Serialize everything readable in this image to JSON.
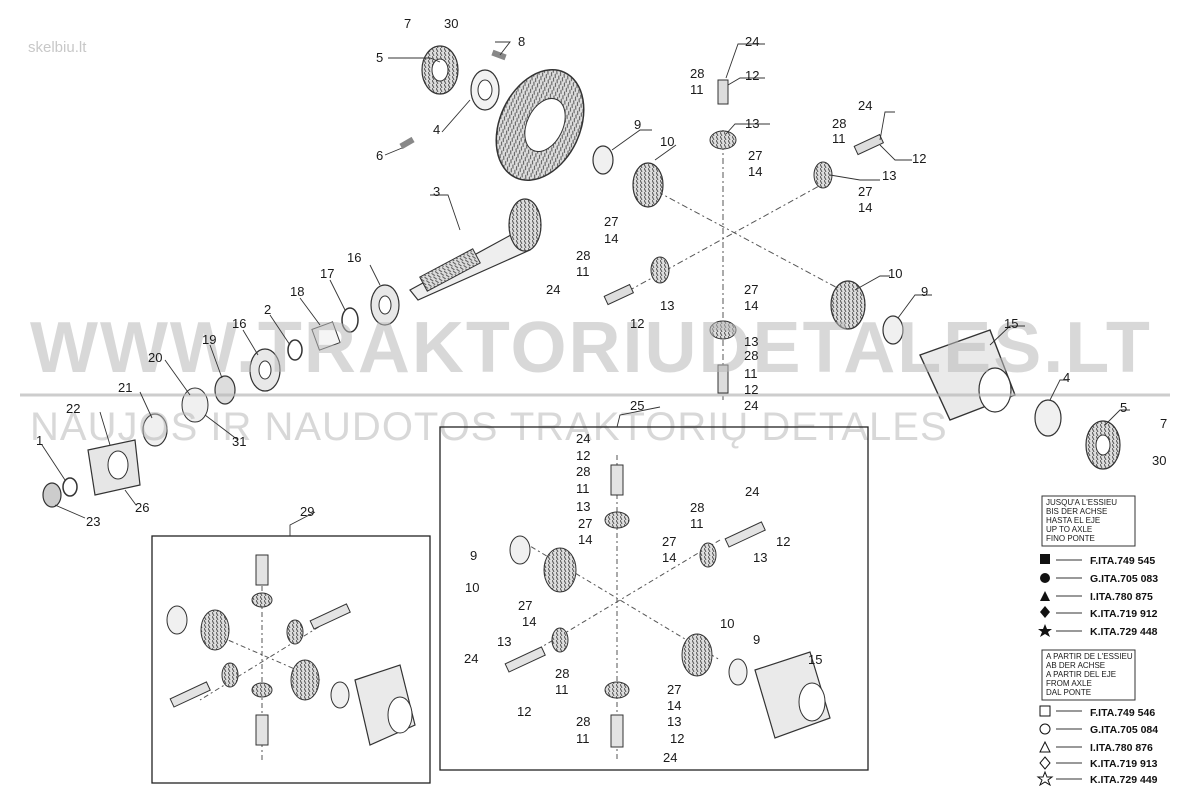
{
  "watermark": {
    "site_logo": "skelbiu.lt",
    "url": "WWW.TRAKTORIUDETALES.LT",
    "tagline": "NAUJOS IR NAUDOTOS TRAKTORIŲ DETALES"
  },
  "labels": {
    "l7": "7",
    "l30": "30",
    "l8": "8",
    "l5": "5",
    "l4": "4",
    "l6": "6",
    "l3": "3",
    "l24a": "24",
    "l28a": "28",
    "l11a": "11",
    "l12a": "12",
    "l13a": "13",
    "l27a": "27",
    "l14a": "14",
    "l9a": "9",
    "l10a": "10",
    "l24b": "24",
    "l28b": "28",
    "l11b": "11",
    "l12b": "12",
    "l13b": "13",
    "l27b": "27",
    "l14b": "14",
    "l27c": "27",
    "l14c": "14",
    "l28c": "28",
    "l11c": "11",
    "l24c": "24",
    "l13c": "13",
    "l12c": "12",
    "l27d": "27",
    "l14d": "14",
    "l13d": "13",
    "l28d": "28",
    "l11d": "11",
    "l12d": "12",
    "l24d": "24",
    "l10b": "10",
    "l9b": "9",
    "l15a": "15",
    "l4b": "4",
    "l5b": "5",
    "l7b": "7",
    "l30b": "30",
    "l16a": "16",
    "l17": "17",
    "l18": "18",
    "l2": "2",
    "l16b": "16",
    "l19": "19",
    "l20": "20",
    "l21": "21",
    "l22": "22",
    "l1": "1",
    "l31": "31",
    "l26": "26",
    "l23": "23",
    "l29": "29",
    "l25": "25",
    "i24a": "24",
    "i12a": "12",
    "i28a": "28",
    "i11a": "11",
    "i13a": "13",
    "i27a": "27",
    "i14a": "14",
    "i24b": "24",
    "i28b": "28",
    "i11b": "11",
    "i12b": "12",
    "i27b": "27",
    "i14b": "14",
    "i13b": "13",
    "i9a": "9",
    "i10a": "10",
    "i27c": "27",
    "i14c": "14",
    "i13c": "13",
    "i24c": "24",
    "i28c": "28",
    "i11c": "11",
    "i12c": "12",
    "i10b": "10",
    "i9b": "9",
    "i15": "15",
    "i27d": "27",
    "i14d": "14",
    "i13d": "13",
    "i28d": "28",
    "i11d": "11",
    "i12d": "12",
    "i24d": "24"
  },
  "legend_upto": {
    "header": [
      "JUSQU'A L'ESSIEU",
      "BIS DER ACHSE",
      "HASTA EL EJE",
      "UP TO AXLE",
      "FINO PONTE"
    ],
    "rows": [
      {
        "symbol": "filled-square",
        "code": "F.ITA.749 545"
      },
      {
        "symbol": "filled-circle",
        "code": "G.ITA.705 083"
      },
      {
        "symbol": "filled-triangle",
        "code": "I.ITA.780 875"
      },
      {
        "symbol": "filled-diamond",
        "code": "K.ITA.719 912"
      },
      {
        "symbol": "filled-star",
        "code": "K.ITA.729 448"
      }
    ]
  },
  "legend_from": {
    "header": [
      "A PARTIR DE L'ESSIEU",
      "AB DER ACHSE",
      "A PARTIR DEL EJE",
      "FROM AXLE",
      "DAL PONTE"
    ],
    "rows": [
      {
        "symbol": "open-square",
        "code": "F.ITA.749 546"
      },
      {
        "symbol": "open-circle",
        "code": "G.ITA.705 084"
      },
      {
        "symbol": "open-triangle",
        "code": "I.ITA.780 876"
      },
      {
        "symbol": "open-diamond",
        "code": "K.ITA.719 913"
      },
      {
        "symbol": "open-star",
        "code": "K.ITA.729 449"
      }
    ]
  }
}
